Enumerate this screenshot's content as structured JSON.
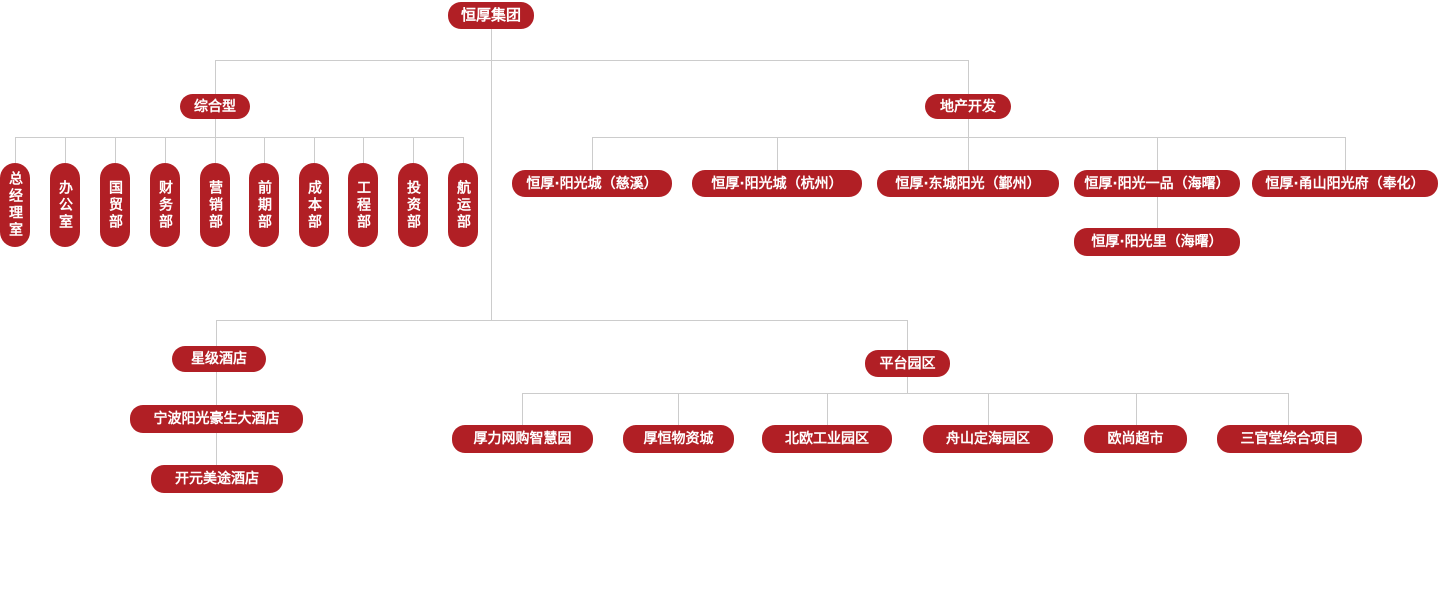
{
  "colors": {
    "box": "#b11f25",
    "line": "#cccccc",
    "text": "#ffffff"
  },
  "root": {
    "label": "恒厚集团"
  },
  "divisions": {
    "comprehensive": {
      "label": "综合型",
      "departments": [
        "总经理室",
        "办公室",
        "国贸部",
        "财务部",
        "营销部",
        "前期部",
        "成本部",
        "工程部",
        "投资部",
        "航运部"
      ]
    },
    "real_estate": {
      "label": "地产开发",
      "projects": [
        "恒厚·阳光城（慈溪）",
        "恒厚·阳光城（杭州）",
        "恒厚·东城阳光（鄞州）",
        "恒厚·阳光一品（海曙）",
        "恒厚·甬山阳光府（奉化）"
      ],
      "sub_project": "恒厚·阳光里（海曙）"
    },
    "hotel": {
      "label": "星级酒店",
      "hotels": [
        "宁波阳光豪生大酒店",
        "开元美途酒店"
      ]
    },
    "platform_park": {
      "label": "平台园区",
      "parks": [
        "厚力网购智慧园",
        "厚恒物资城",
        "北欧工业园区",
        "舟山定海园区",
        "欧尚超市",
        "三官堂综合项目"
      ]
    }
  }
}
